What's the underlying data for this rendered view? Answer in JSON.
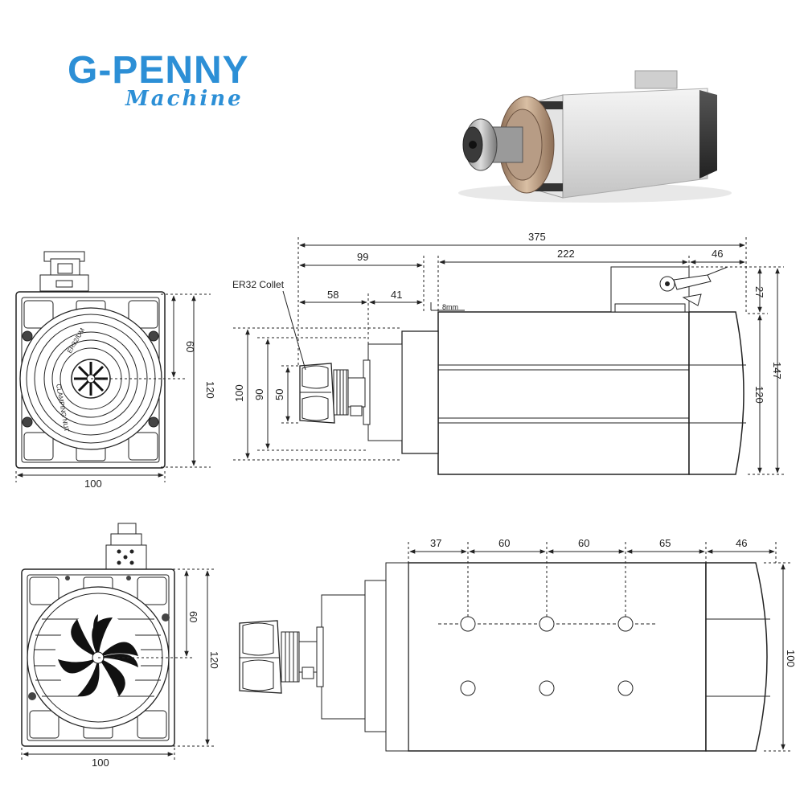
{
  "brand": {
    "name": "G-PENNY",
    "tagline": "Machine"
  },
  "colors": {
    "brand_blue": "#2c8fd6",
    "line": "#222222",
    "fill": "#ffffff"
  },
  "front_view": {
    "width": "100",
    "height": "120",
    "center": "60",
    "collet_text_1": "ER32/UM",
    "collet_text_2": "CLAMPING NUT"
  },
  "side_view": {
    "total": "375",
    "d99": "99",
    "d222": "222",
    "d46": "46",
    "d58": "58",
    "d41": "41",
    "d8": "8mm",
    "collet_label": "ER32 Collet",
    "h27": "27",
    "h147": "147",
    "h120": "120",
    "h100": "100",
    "h90": "90",
    "h50": "50"
  },
  "rear_view": {
    "width": "100",
    "height": "120",
    "center": "60"
  },
  "bottom_view": {
    "d37": "37",
    "d60a": "60",
    "d60b": "60",
    "d65": "65",
    "d46": "46",
    "h100": "100"
  }
}
